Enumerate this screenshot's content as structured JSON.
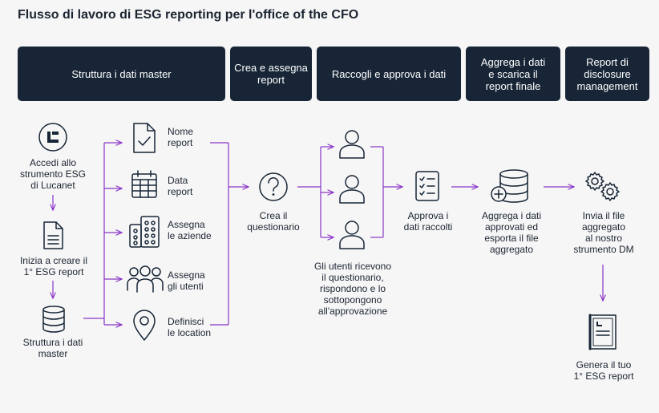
{
  "title": "Flusso di lavoro di ESG reporting per l'office of the CFO",
  "headers": [
    "Struttura i dati master",
    "Crea e assegna\nreport",
    "Raccogli e approva i dati",
    "Aggrega i dati\ne scarica il\nreport finale",
    "Report di\ndisclosure\nmanagement"
  ],
  "steps": {
    "access": "Accedi allo\nstrumento ESG\ndi Lucanet",
    "start": "Inizia a creare il\n1° ESG report",
    "structure": "Struttura i dati\nmaster",
    "name": "Nome\nreport",
    "date": "Data\nreport",
    "companies": "Assegna\nle aziende",
    "users": "Assegna\ngli utenti",
    "locations": "Definisci\nle location",
    "questionnaire": "Crea il\nquestionario",
    "users_respond": "Gli utenti ricevono\nil questionario,\nrispondono e lo\nsottopongono\nall'approvazione",
    "approve": "Approva i\ndati raccolti",
    "aggregate": "Aggrega i dati\napprovati ed\nesporta il file\naggregato",
    "send": "Invia il file\naggregato\nal nostro\nstrumento DM",
    "generate": "Genera il tuo\n1° ESG report"
  },
  "icons": {
    "access": "lucanet-logo-icon",
    "start": "document-icon",
    "structure": "database-icon",
    "name": "checked-document-icon",
    "date": "calendar-icon",
    "companies": "buildings-grid-icon",
    "users": "user-group-icon",
    "locations": "location-pin-icon",
    "questionnaire": "question-mark-icon",
    "user": "user-icon",
    "approve": "checklist-icon",
    "aggregate": "database-add-icon",
    "send": "gears-icon",
    "generate": "report-book-icon"
  },
  "colors": {
    "header_bg": "#172536",
    "arrow": "#8a35c7",
    "background": "#f6f6f6"
  }
}
